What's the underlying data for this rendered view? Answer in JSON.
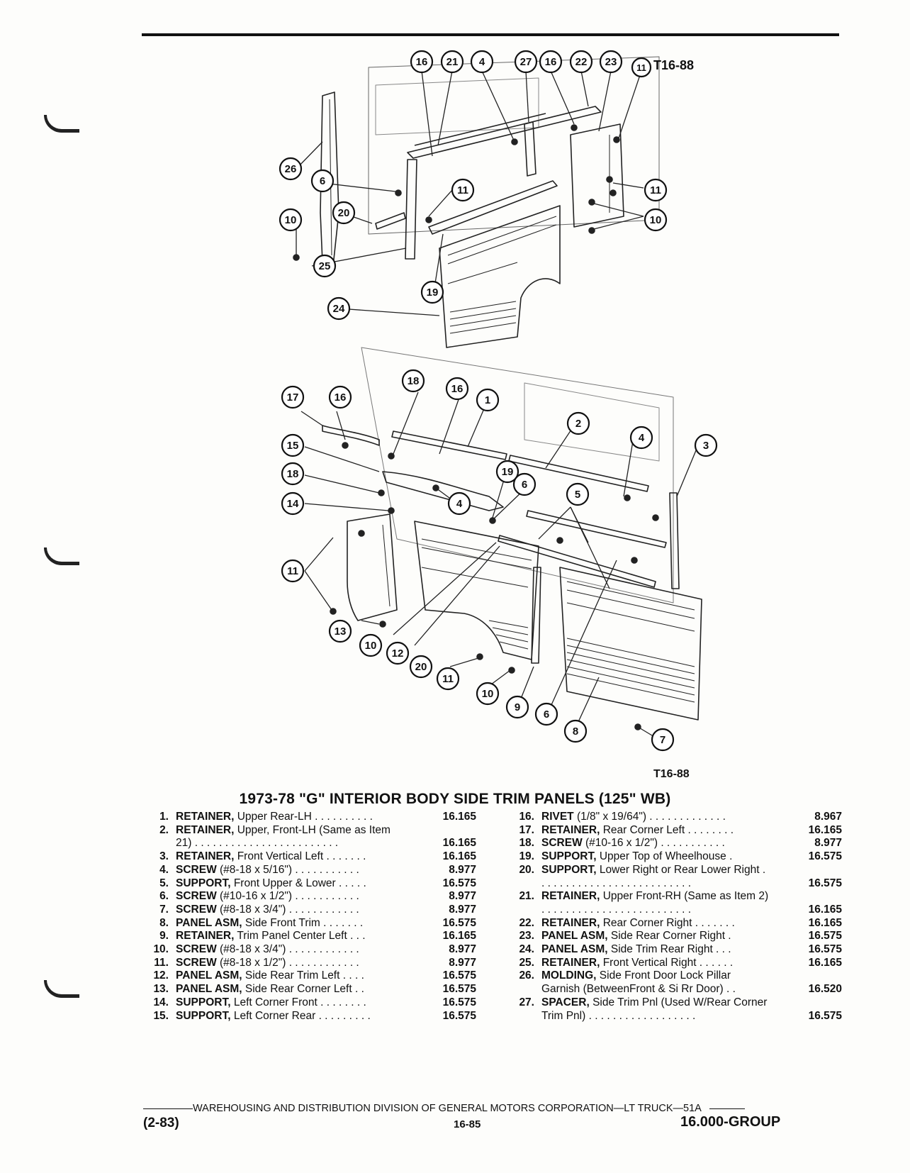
{
  "figure": {
    "code_top": "T16-88",
    "code_bottom": "T16-88",
    "callouts": [
      "1",
      "2",
      "3",
      "4",
      "5",
      "6",
      "7",
      "8",
      "9",
      "10",
      "11",
      "12",
      "13",
      "14",
      "15",
      "16",
      "17",
      "18",
      "19",
      "20",
      "21",
      "22",
      "23",
      "24",
      "25",
      "26",
      "27"
    ]
  },
  "title": "1973-78 \"G\" INTERIOR BODY SIDE TRIM PANELS (125\" WB)",
  "parts_left": [
    {
      "num": "1.",
      "name": "RETAINER,",
      "desc": " Upper Rear-LH . . . . . . . . . .",
      "pn": "16.165"
    },
    {
      "num": "2.",
      "name": "RETAINER,",
      "desc": " Upper, Front-LH (Same as Item 21) . . . . . . . . . . . . . . . . . . . . . . . .",
      "pn": "16.165",
      "wrap": true
    },
    {
      "num": "3.",
      "name": "RETAINER,",
      "desc": " Front Vertical Left . . . . . . .",
      "pn": "16.165"
    },
    {
      "num": "4.",
      "name": "SCREW",
      "desc": " (#8-18 x 5/16\") . . . . . . . . . . .",
      "pn": "8.977"
    },
    {
      "num": "5.",
      "name": "SUPPORT,",
      "desc": " Front Upper & Lower . . . . .",
      "pn": "16.575"
    },
    {
      "num": "6.",
      "name": "SCREW",
      "desc": " (#10-16 x 1/2\") . . . . . . . . . . .",
      "pn": "8.977"
    },
    {
      "num": "7.",
      "name": "SCREW",
      "desc": " (#8-18 x 3/4\") . . . . . . . . . . . .",
      "pn": "8.977"
    },
    {
      "num": "8.",
      "name": "PANEL ASM,",
      "desc": " Side Front Trim . . . . . . .",
      "pn": "16.575"
    },
    {
      "num": "9.",
      "name": "RETAINER,",
      "desc": " Trim Panel Center Left . . .",
      "pn": "16.165"
    },
    {
      "num": "10.",
      "name": "SCREW",
      "desc": " (#8-18 x 3/4\") . . . . . . . . . . . .",
      "pn": "8.977"
    },
    {
      "num": "11.",
      "name": "SCREW",
      "desc": " (#8-18 x 1/2\") . . . . . . . . . . . .",
      "pn": "8.977"
    },
    {
      "num": "12.",
      "name": "PANEL ASM,",
      "desc": " Side Rear Trim Left . . . .",
      "pn": "16.575"
    },
    {
      "num": "13.",
      "name": "PANEL ASM,",
      "desc": " Side Rear Corner Left . .",
      "pn": "16.575"
    },
    {
      "num": "14.",
      "name": "SUPPORT,",
      "desc": " Left Corner Front . . . . . . . .",
      "pn": "16.575"
    },
    {
      "num": "15.",
      "name": "SUPPORT,",
      "desc": " Left Corner Rear . . . . . . . . .",
      "pn": "16.575"
    }
  ],
  "parts_right": [
    {
      "num": "16.",
      "name": "RIVET",
      "desc": " (1/8\" x 19/64\") . . . . . . . . . . . . .",
      "pn": "8.967"
    },
    {
      "num": "17.",
      "name": "RETAINER,",
      "desc": " Rear Corner Left . . . . . . . .",
      "pn": "16.165"
    },
    {
      "num": "18.",
      "name": "SCREW",
      "desc": " (#10-16 x 1/2\") . . . . . . . . . . .",
      "pn": "8.977"
    },
    {
      "num": "19.",
      "name": "SUPPORT,",
      "desc": " Upper Top of Wheelhouse .",
      "pn": "16.575"
    },
    {
      "num": "20.",
      "name": "SUPPORT,",
      "desc": " Lower Right or Rear Lower Right . . . . . . . . . . . . . . . . . . . . . . . . . .",
      "pn": "16.575",
      "wrap": true
    },
    {
      "num": "21.",
      "name": "RETAINER,",
      "desc": " Upper Front-RH (Same as Item 2) . . . . . . . . . . . . . . . . . . . . . . . . .",
      "pn": "16.165",
      "wrap": true
    },
    {
      "num": "22.",
      "name": "RETAINER,",
      "desc": " Rear Corner Right . . . . . . .",
      "pn": "16.165"
    },
    {
      "num": "23.",
      "name": "PANEL ASM,",
      "desc": " Side Rear Corner Right .",
      "pn": "16.575"
    },
    {
      "num": "24.",
      "name": "PANEL ASM,",
      "desc": " Side Trim Rear Right . . .",
      "pn": "16.575"
    },
    {
      "num": "25.",
      "name": "RETAINER,",
      "desc": " Front Vertical Right . . . . . .",
      "pn": "16.165"
    },
    {
      "num": "26.",
      "name": "MOLDING,",
      "desc": " Side Front Door Lock Pillar Garnish (BetweenFront & Si Rr Door) . .",
      "pn": "16.520",
      "wrap": true
    },
    {
      "num": "27.",
      "name": "SPACER,",
      "desc": " Side Trim Pnl (Used W/Rear Corner Trim Pnl) . . . . . . . . . . . . . . . . . .",
      "pn": "16.575",
      "wrap": true
    }
  ],
  "footer": {
    "line": "WAREHOUSING AND DISTRIBUTION DIVISION OF GENERAL MOTORS CORPORATION—LT TRUCK—51A",
    "date": "(2-83)",
    "page": "16-85",
    "group": "16.000-GROUP"
  }
}
